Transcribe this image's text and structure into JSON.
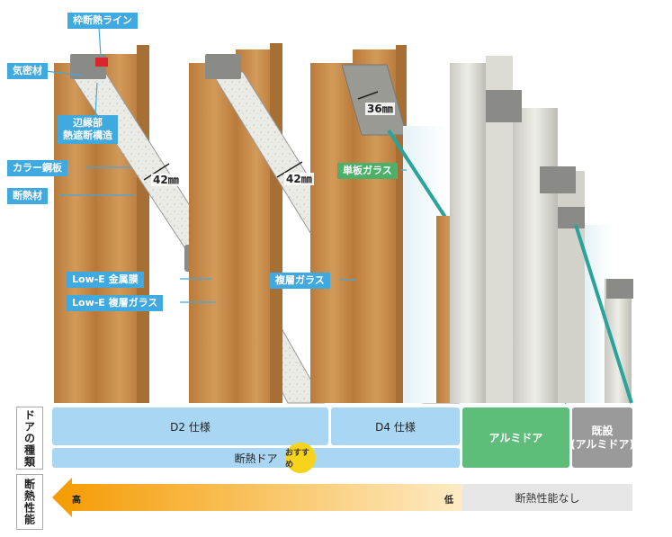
{
  "callouts": {
    "frame_line": "枠断熱ライン",
    "airtight": "気密材",
    "edge": "辺縁部\n熱遮断構造",
    "color_steel": "カラー鋼板",
    "insulation": "断熱材",
    "single_glass": "単板ガラス",
    "low_e_film": "Low-E 金属膜",
    "low_e_glass": "Low-E 複層ガラス",
    "double_glass": "複層ガラス"
  },
  "dimensions": {
    "d1": "42㎜",
    "d2": "42㎜",
    "d3": "36㎜"
  },
  "table": {
    "row1_label": "ドアの種類",
    "row2_label": "断熱性能",
    "d2": "D2 仕様",
    "d4": "D4 仕様",
    "aluminum": "アルミドア",
    "existing": "既設\n(アルミドア)",
    "insulated": "断熱ドア",
    "badge": "おすすめ",
    "high": "高",
    "low": "低",
    "none": "断熱性能なし"
  },
  "colors": {
    "callout": "#3fa9e0",
    "callout_green": "#4caf6a",
    "wood": "#c98f4f",
    "glass": "#2aa39a",
    "arrow_start": "#f59b00",
    "arrow_end": "#fde8b8"
  }
}
